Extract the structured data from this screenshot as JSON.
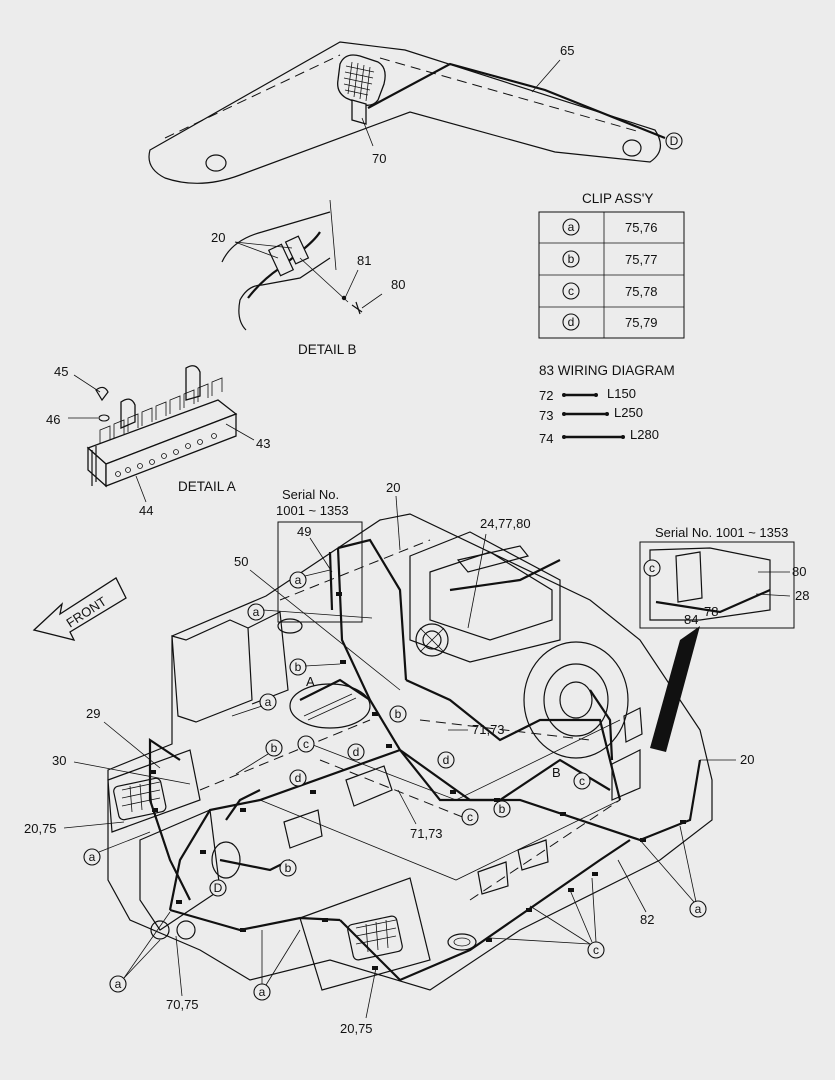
{
  "header": {
    "part_65": "65",
    "part_70": "70",
    "callout_d": "d"
  },
  "clip_table": {
    "title": "CLIP ASS'Y",
    "rows": [
      {
        "clip": "a",
        "parts": "75,76"
      },
      {
        "clip": "b",
        "parts": "75,77"
      },
      {
        "clip": "c",
        "parts": "75,78"
      },
      {
        "clip": "d",
        "parts": "75,79"
      }
    ]
  },
  "wiring": {
    "title": "83  WIRING DIAGRAM",
    "items": [
      {
        "num": "72",
        "length": "L150"
      },
      {
        "num": "73",
        "length": "L250"
      },
      {
        "num": "74",
        "length": "L280"
      }
    ]
  },
  "detail_b": {
    "title": "DETAIL  B",
    "p20": "20",
    "p81": "81",
    "p80": "80"
  },
  "detail_a": {
    "title": "DETAIL  A",
    "p45": "45",
    "p46": "46",
    "p43": "43",
    "p44": "44"
  },
  "serial_left": {
    "title": "Serial No.",
    "range": "1001 ~ 1353",
    "p49": "49"
  },
  "serial_right": {
    "title": "Serial No. 1001 ~ 1353",
    "p80": "80",
    "p28": "28",
    "p84": "84",
    "p78": "78"
  },
  "front_label": "FRONT",
  "main_labels": {
    "p20_top": "20",
    "p24": "24,77,80",
    "p50": "50",
    "p29": "29",
    "p30": "30",
    "p2075_left": "20,75",
    "p7173_a": "71,73",
    "p7173_b": "71,73",
    "p20_right": "20",
    "p82": "82",
    "p7075": "70,75",
    "p2075_bottom": "20,75",
    "letter_A": "A",
    "letter_B": "B",
    "letter_D": "D"
  }
}
